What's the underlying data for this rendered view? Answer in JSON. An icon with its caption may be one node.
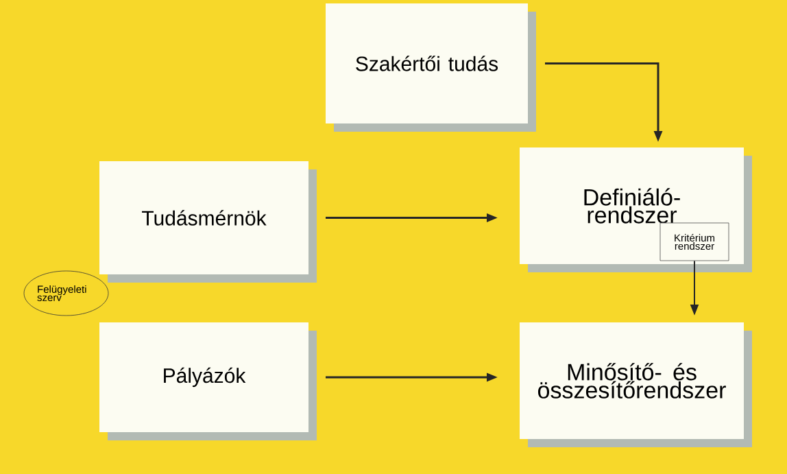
{
  "diagram": {
    "nodes": [
      {
        "text": [
          "Szakértői tudás"
        ]
      },
      {
        "text": [
          "Tudásmérnök"
        ]
      },
      {
        "text": [
          "Definiáló-rendszer"
        ]
      },
      {
        "text": [
          "Kritérium rendszer"
        ],
        "in": 2
      },
      {
        "text": [
          "Felügyeleti szerv"
        ]
      },
      {
        "text": [
          "Pályázók"
        ]
      },
      {
        "text": [
          "Minősítő- és összesítőrendszer"
        ]
      }
    ],
    "edges": [
      {
        "from": 0,
        "to": 2,
        "arrow": "to"
      },
      {
        "from": 1,
        "to": 2,
        "arrow": "to"
      },
      {
        "from": 3,
        "to": 6,
        "arrow": "to"
      },
      {
        "from": 5,
        "to": 6,
        "arrow": "to"
      }
    ]
  }
}
